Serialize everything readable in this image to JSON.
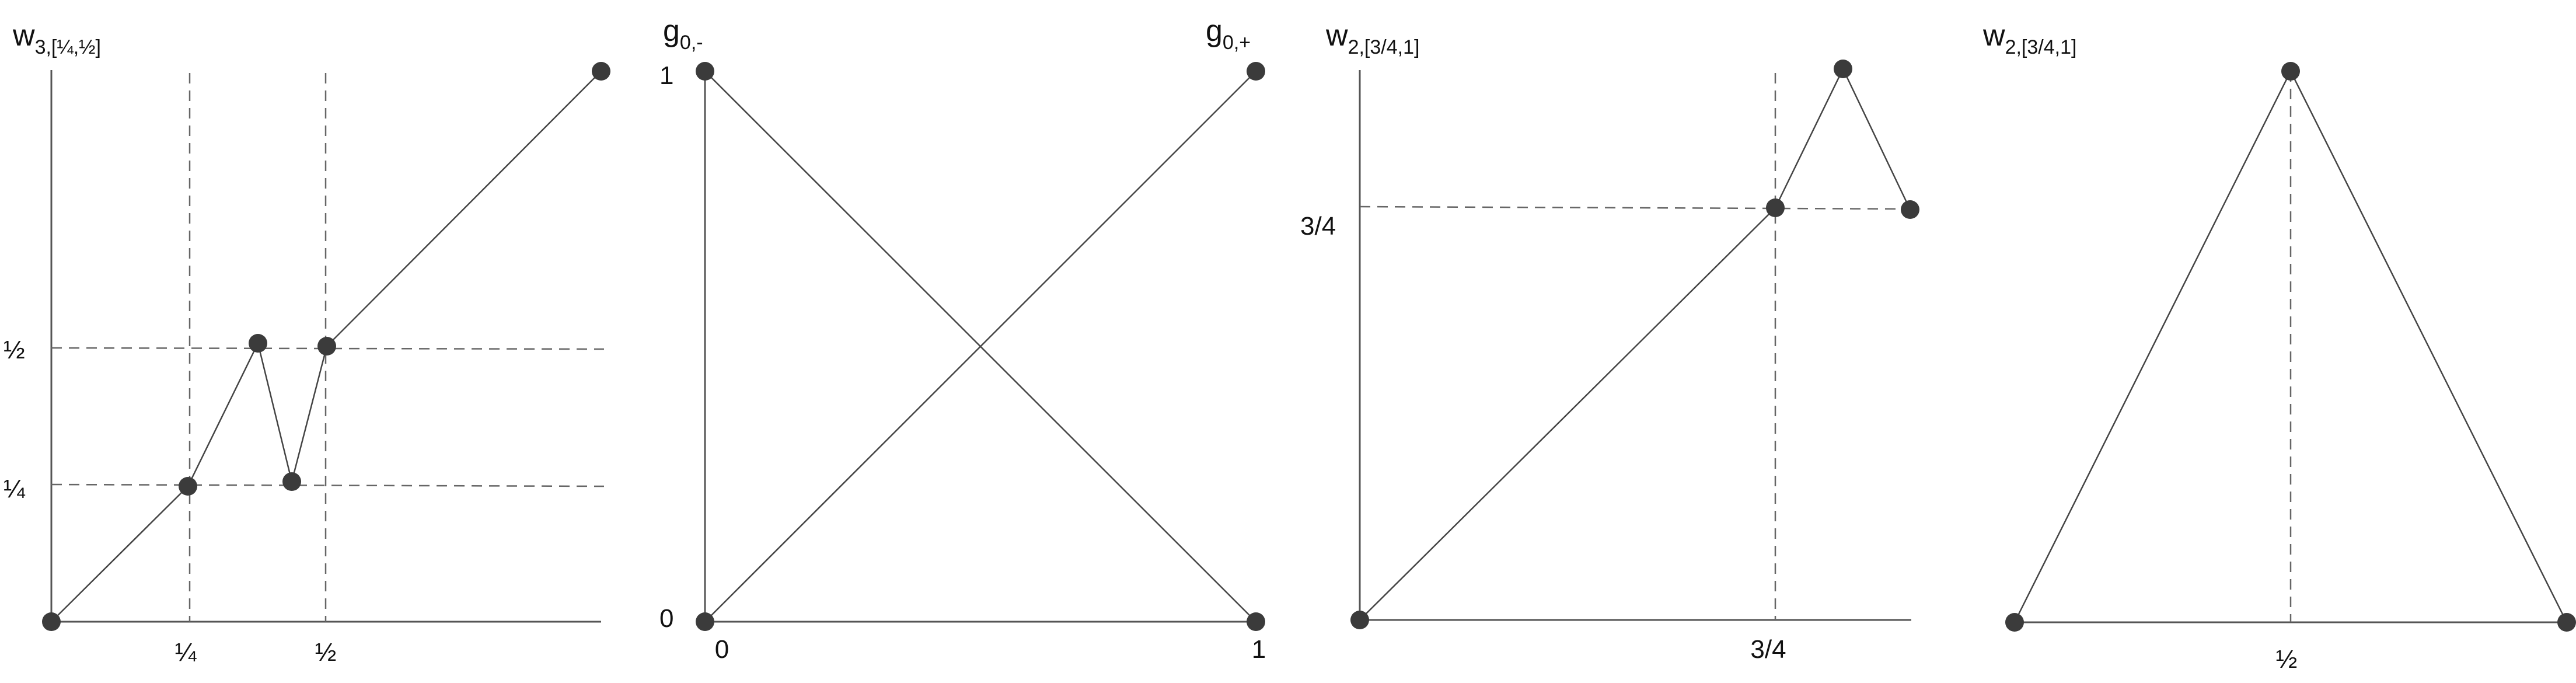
{
  "panels": [
    {
      "title_main": "w",
      "title_sub": "3,[¼,½]",
      "y_ticks": [
        "½",
        "¼"
      ],
      "x_ticks": [
        "¼",
        "½"
      ]
    },
    {
      "title_left_main": "g",
      "title_left_sub": "0,-",
      "title_right_main": "g",
      "title_right_sub": "0,+",
      "y_ticks": [
        "1",
        "0"
      ],
      "x_ticks": [
        "0",
        "1"
      ]
    },
    {
      "title_main": "w",
      "title_sub": "2,[3/4,1]",
      "y_ticks": [
        "3/4"
      ],
      "x_ticks": [
        "3/4"
      ]
    },
    {
      "title_main": "w",
      "title_sub": "2,[3/4,1]",
      "x_ticks": [
        "½"
      ]
    }
  ]
}
